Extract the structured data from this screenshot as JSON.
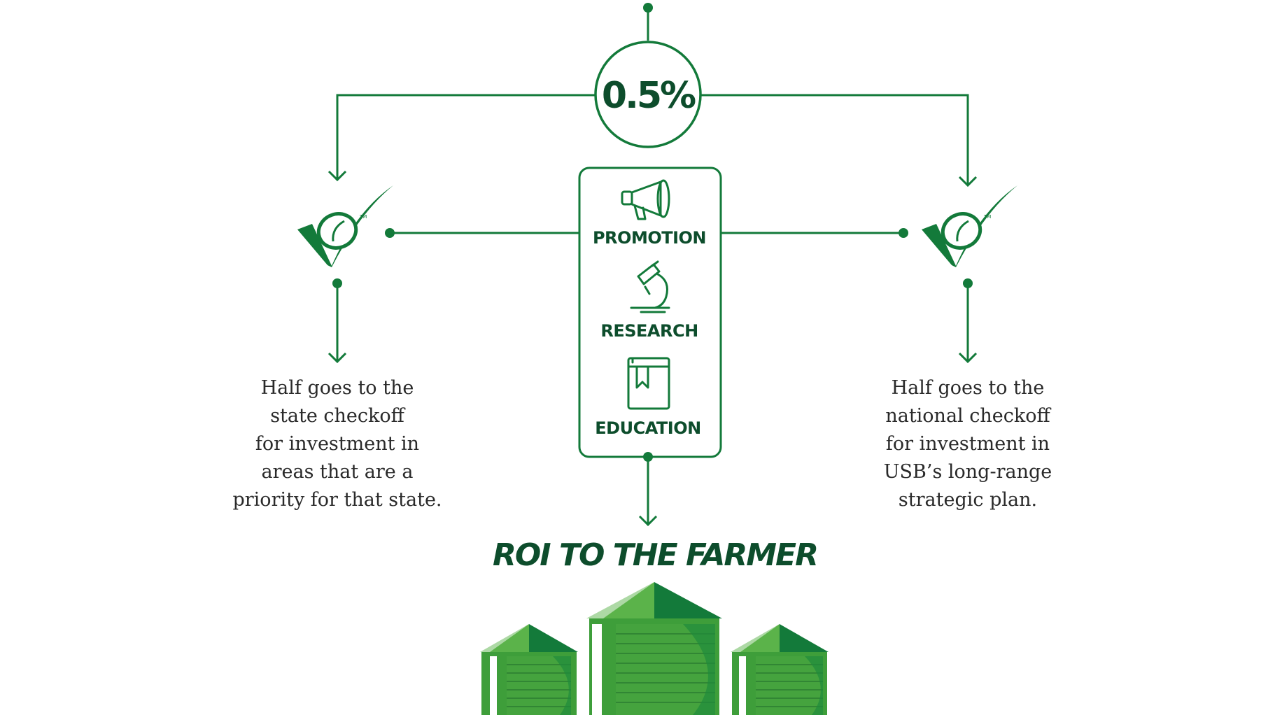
{
  "center": {
    "percent": "0.5%"
  },
  "categories": {
    "promotion": "PROMOTION",
    "research": "RESEARCH",
    "education": "EDUCATION"
  },
  "left": {
    "tm": "TM",
    "lines": [
      "Half goes to the",
      "state checkoff",
      "for investment in",
      "areas that are a",
      "priority for that state."
    ]
  },
  "right": {
    "tm": "TM",
    "lines": [
      "Half goes to the",
      "national checkoff",
      "for investment in",
      "USB’s long-range",
      "strategic plan."
    ]
  },
  "footer": {
    "roi": "ROI TO THE FARMER"
  },
  "colors": {
    "green": "#137a3a",
    "dark_green": "#0d4d2c",
    "light_green": "#4aab3f",
    "mid_green": "#2e8f37",
    "text": "#2a2a2a"
  },
  "icons": [
    "megaphone-icon",
    "microscope-icon",
    "book-icon",
    "checkoff-logo-icon",
    "silo-icon"
  ]
}
